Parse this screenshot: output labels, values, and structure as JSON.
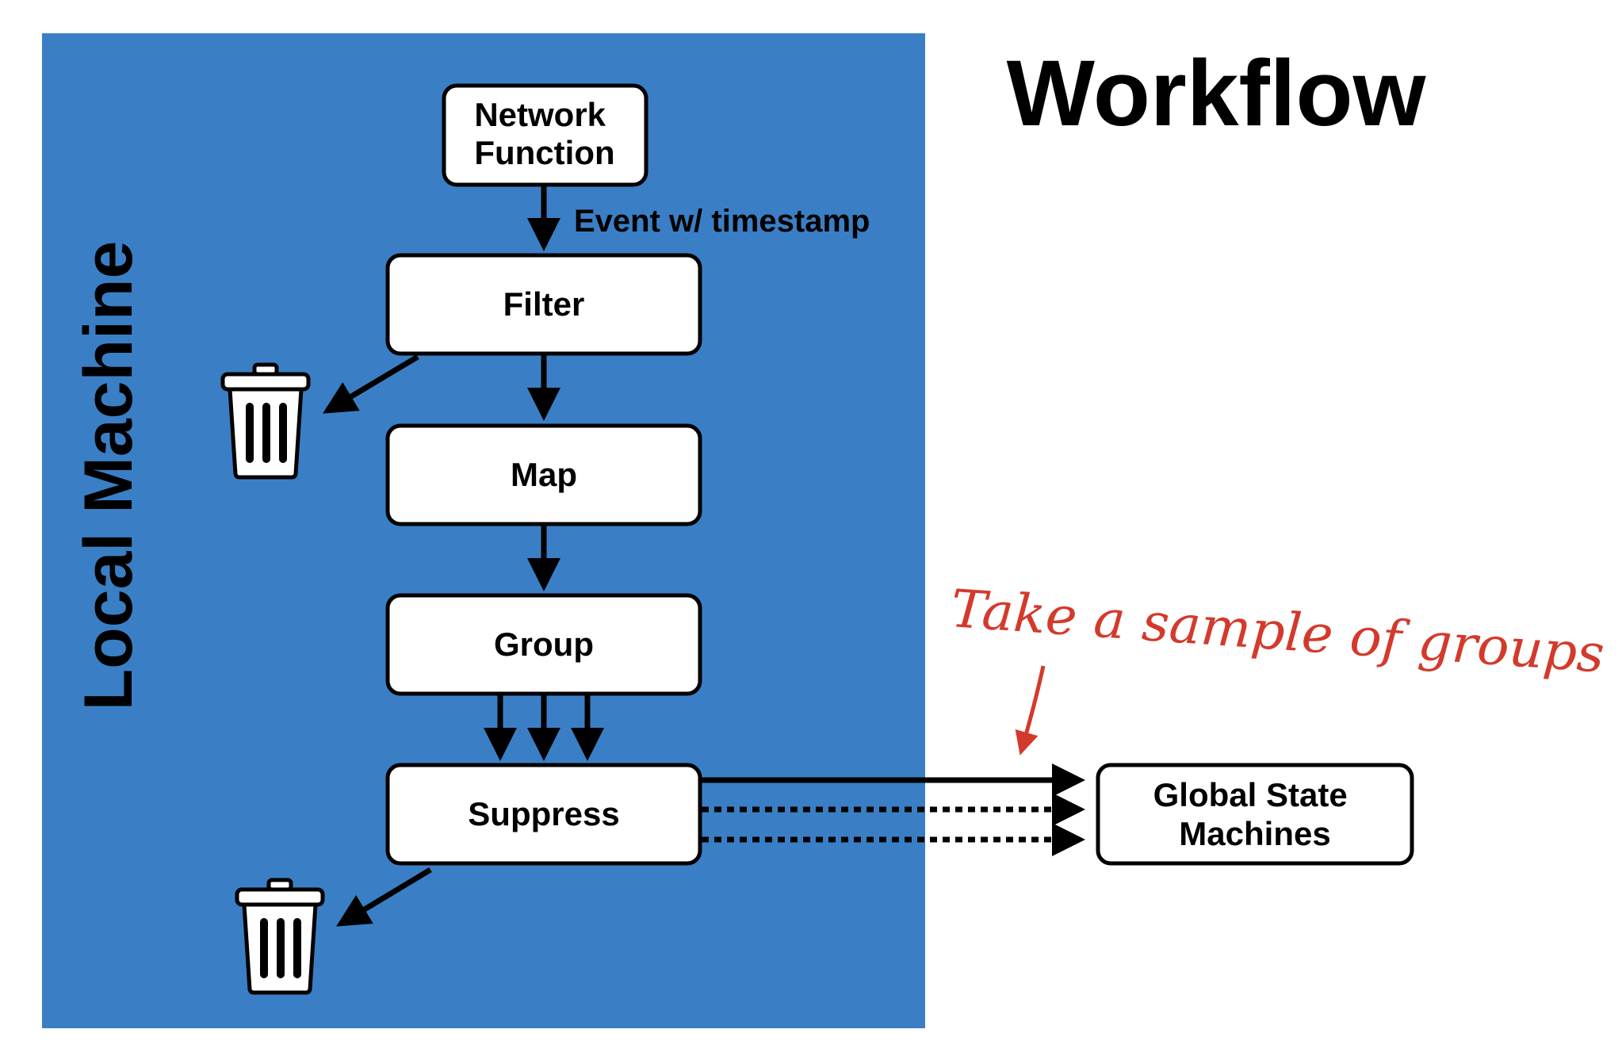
{
  "title": "Workflow",
  "region": {
    "label": "Local Machine",
    "color": "#3a7fc5"
  },
  "nodes": {
    "network_function": [
      "Network",
      "Function"
    ],
    "filter": [
      "Filter"
    ],
    "map": [
      "Map"
    ],
    "group": [
      "Group"
    ],
    "suppress": [
      "Suppress"
    ],
    "global_state_machines": [
      "Global State",
      "Machines"
    ]
  },
  "edges": {
    "event_label": "Event w/ timestamp"
  },
  "annotation": {
    "text": "Take a sample of groups",
    "color": "#d33a2c"
  },
  "icons": {
    "discard": "trash-can-icon"
  }
}
